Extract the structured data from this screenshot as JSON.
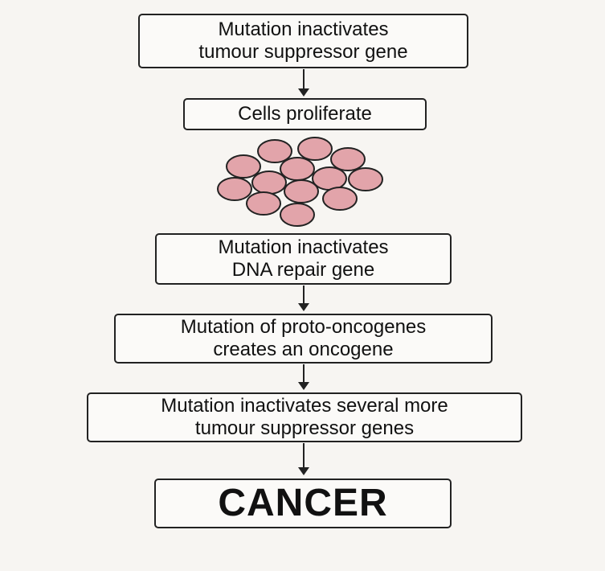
{
  "steps": [
    {
      "lines": [
        "Mutation inactivates",
        "tumour suppressor gene"
      ]
    },
    {
      "lines": [
        "Cells proliferate"
      ]
    },
    {
      "lines": [
        "Mutation inactivates",
        "DNA repair gene"
      ]
    },
    {
      "lines": [
        "Mutation of proto-oncogenes",
        "creates an oncogene"
      ]
    },
    {
      "lines": [
        "Mutation inactivates several more",
        "tumour suppressor genes"
      ]
    },
    {
      "lines": [
        "CANCER"
      ]
    }
  ],
  "colors": {
    "cell_fill": "#e2a4aa",
    "stroke": "#222222",
    "background": "#f7f5f2"
  }
}
